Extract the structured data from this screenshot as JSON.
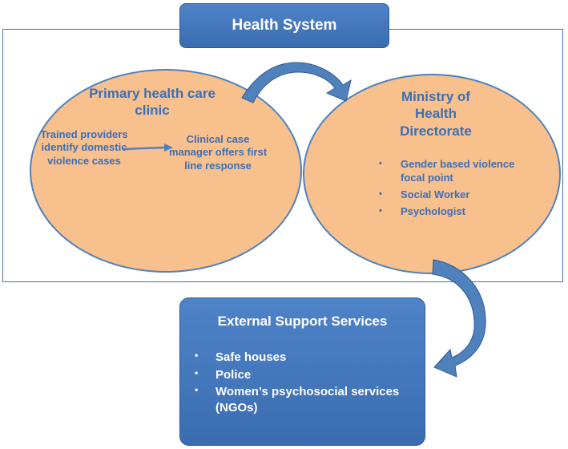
{
  "header": {
    "title": "Health System"
  },
  "primary_clinic": {
    "title": "Primary health care clinic",
    "left_text": "Trained providers identify domestic violence cases",
    "right_text": "Clinical case manager offers first line response"
  },
  "ministry": {
    "title": "Ministry of Health Directorate",
    "items": [
      {
        "label": "Gender based violence focal point"
      },
      {
        "label": "Social Worker"
      },
      {
        "label": "Psychologist"
      }
    ]
  },
  "external": {
    "title": "External Support Services",
    "items": [
      {
        "label": "Safe houses"
      },
      {
        "label": "Police"
      },
      {
        "label": "Women’s psychosocial services (NGOs)"
      }
    ]
  },
  "colors": {
    "box_blue": "#3f74bb",
    "ellipse_fill": "#f8c08d",
    "text_blue": "#3b6fb6",
    "arrow_blue": "#4f81bd"
  },
  "icons": {
    "curved_arrows": "curved-arrow-icon",
    "straight_arrow": "arrow-right-icon"
  }
}
